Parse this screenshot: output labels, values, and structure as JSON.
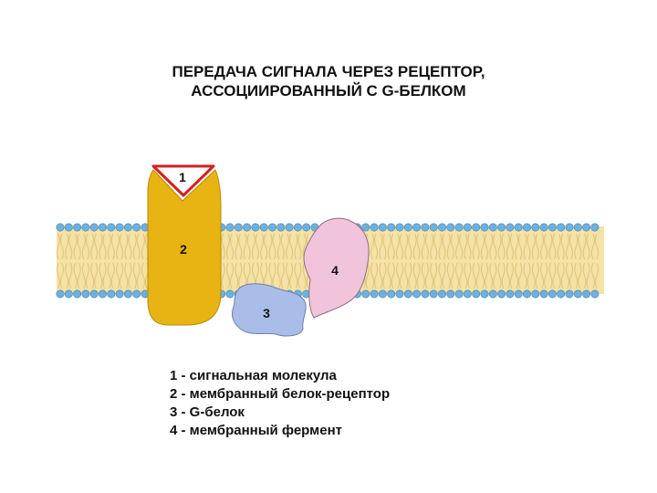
{
  "title": {
    "line1": "ПЕРЕДАЧА СИГНАЛА ЧЕРЕЗ РЕЦЕПТОР,",
    "line2": "АССОЦИИРОВАННЫЙ С G-БЕЛКОМ"
  },
  "diagram": {
    "labels": {
      "signal_molecule": "1",
      "receptor": "2",
      "g_protein": "3",
      "enzyme": "4"
    },
    "colors": {
      "receptor": "#e8b414",
      "receptor_outline": "#b88a00",
      "g_protein": "#a9bde8",
      "enzyme": "#f2c4dc",
      "signal_outline": "#d42020",
      "lipid_head": "#6fb0dc",
      "lipid_tail": "#f4e2a6",
      "lipid_tail_line": "#e0c47a"
    }
  },
  "legend": [
    "1 - сигнальная молекула",
    "2 - мембранный белок-рецептор",
    "3 - G-белок",
    "4 - мембранный фермент"
  ]
}
